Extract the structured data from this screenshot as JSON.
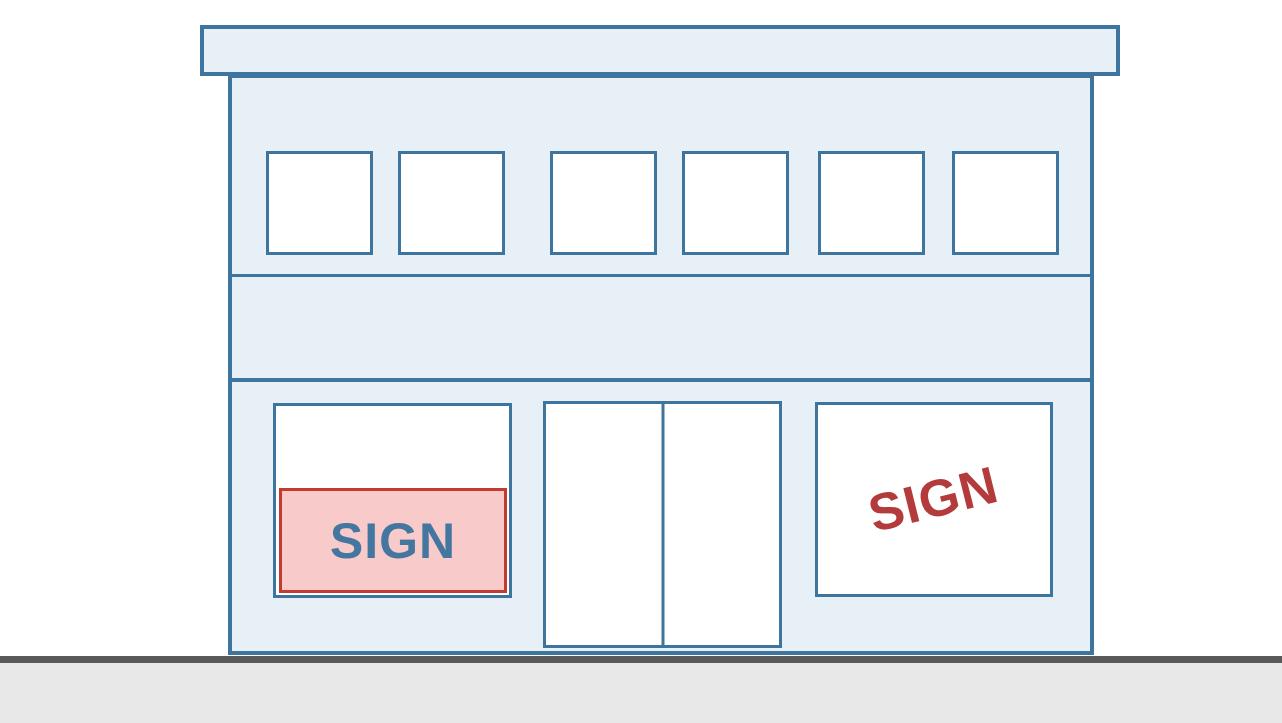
{
  "illustration": {
    "subject": "storefront-building",
    "upper_window_count": 6,
    "floors": 2
  },
  "signs": {
    "panel_sign": {
      "label": "SIGN"
    },
    "window_sign": {
      "label": "SIGN"
    }
  },
  "colors": {
    "outline_blue": "#3e759f",
    "wall_fill": "#e7f0f6",
    "window_fill": "#ffffff",
    "sign_panel_fill": "#f9caca",
    "sign_panel_border": "#c13b30",
    "sign_text_blue": "#44779f",
    "sign_text_red": "#b43b3b",
    "ground_line": "#58595b",
    "sidewalk_fill": "#e8e8e8",
    "background": "#ffffff"
  }
}
